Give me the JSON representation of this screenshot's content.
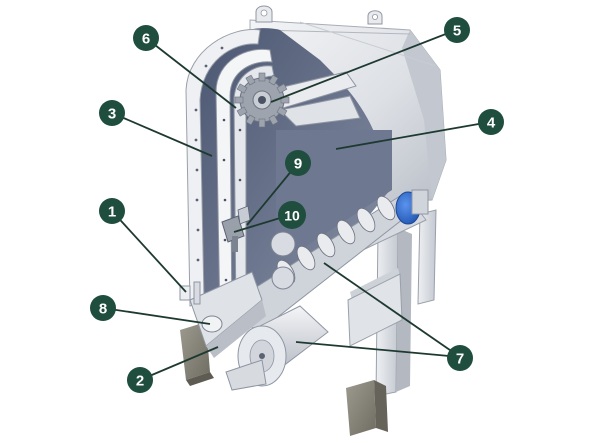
{
  "diagram": {
    "colors": {
      "callout_fill": "#1f4d3e",
      "callout_text": "#ffffff",
      "leader_line": "#1e3a30",
      "steel_light": "#e6e9ee",
      "steel_mid": "#c7ccd4",
      "steel_dark": "#8f96a3",
      "interior": "#5f6a82",
      "concrete": "#8c8a7f",
      "motor_blue": "#2e6fd6"
    },
    "callouts": [
      {
        "id": "1",
        "label": "1"
      },
      {
        "id": "2",
        "label": "2"
      },
      {
        "id": "3",
        "label": "3"
      },
      {
        "id": "4",
        "label": "4"
      },
      {
        "id": "5",
        "label": "5"
      },
      {
        "id": "6",
        "label": "6"
      },
      {
        "id": "7",
        "label": "7"
      },
      {
        "id": "8",
        "label": "8"
      },
      {
        "id": "9",
        "label": "9"
      },
      {
        "id": "10",
        "label": "10"
      }
    ]
  }
}
